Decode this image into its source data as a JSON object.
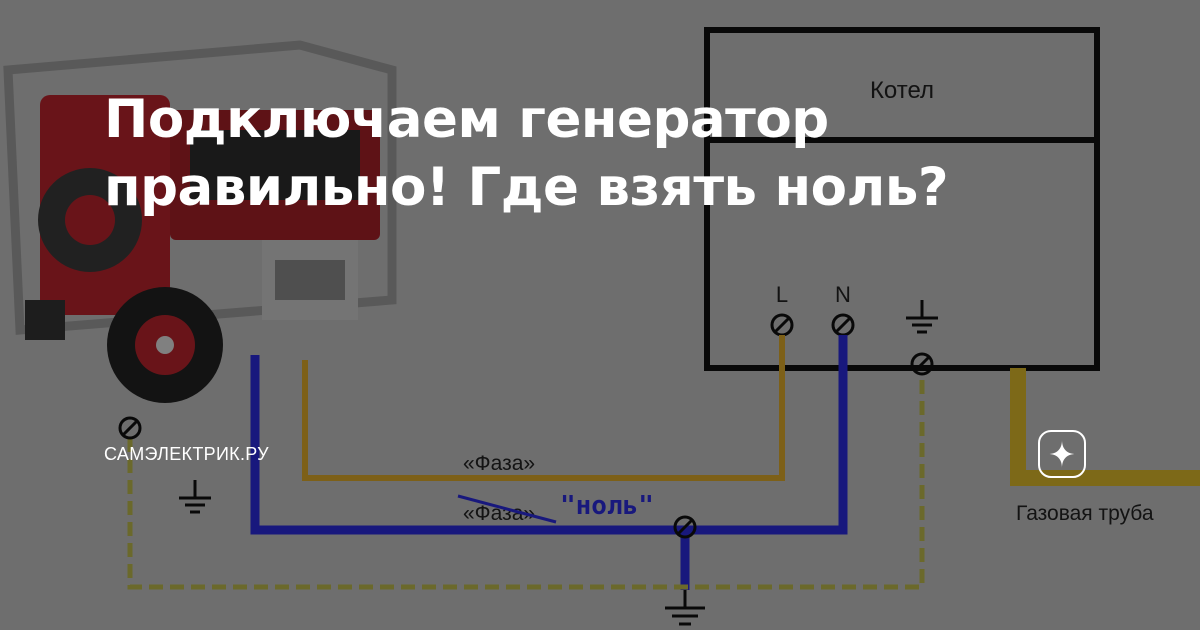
{
  "article": {
    "title_line1": "Подключаем генератор",
    "title_line2": "правильно! Где взять ноль?",
    "source": "САМЭЛЕКТРИК.РУ"
  },
  "diagram": {
    "boiler_label": "Котел",
    "terminal_l": "L",
    "terminal_n": "N",
    "phase_label": "«Фаза»",
    "struck_label": "«Фаза»",
    "neutral_label": "\"ноль\"",
    "gas_pipe_label": "Газовая труба"
  },
  "colors": {
    "phase_wire": "#d8a52a",
    "neutral_wire": "#2a2ad8",
    "ground_wire": "#b9b64a",
    "gas_pipe": "#d8b52a",
    "overlay": "rgba(0,0,0,0.42)",
    "generator_red": "#b5242b"
  },
  "icons": {
    "logo": "dzen-star-icon"
  }
}
